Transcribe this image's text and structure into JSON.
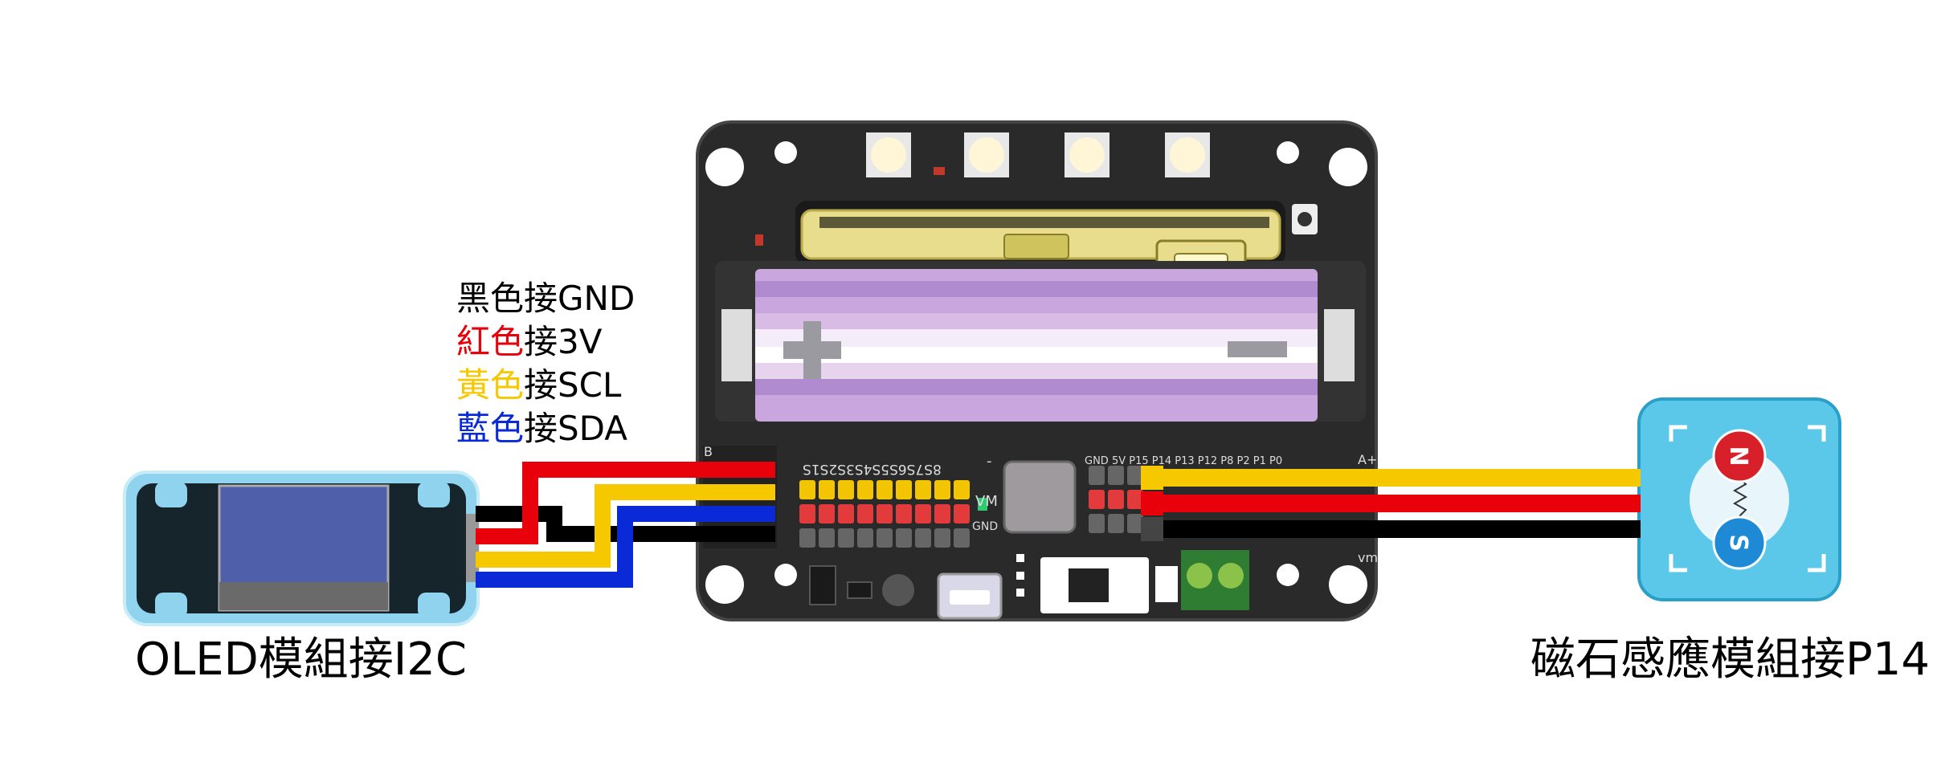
{
  "legend": {
    "black": {
      "color_word": "黑色",
      "suffix": "接GND",
      "color": "#000000"
    },
    "red": {
      "color_word": "紅色",
      "suffix": "接3V",
      "color": "#e8000b"
    },
    "yellow": {
      "color_word": "黃色",
      "suffix": "接SCL",
      "color": "#f5c800"
    },
    "blue": {
      "color_word": "藍色",
      "suffix": "接SDA",
      "color": "#0a2ad8"
    }
  },
  "oled_caption": "OLED模組接I2C",
  "magnet_caption": "磁石感應模組接P14",
  "magnet": {
    "north": "N",
    "south": "S"
  },
  "board": {
    "left_header_labels": "8S7S6S5S4S3S2S1S",
    "left_minus": "-",
    "right_header_labels": "GND  5V  P15 P14 P13 P12 P8 P2 P1 P0",
    "vm_label": "VM",
    "gnd_label": "GND",
    "edge_b": "B",
    "edge_a": "A+",
    "edge_vm": "vm"
  },
  "colors": {
    "board": "#2a2a2a",
    "battery": "#c9a6dd",
    "microbit_slot": "#e7dd8c",
    "oled_frame": "#8fd3ef",
    "oled_screen": "#4f5faa",
    "magnet_body": "#5bc8ea",
    "north_pole": "#d8202a",
    "south_pole": "#1e8ad6"
  }
}
